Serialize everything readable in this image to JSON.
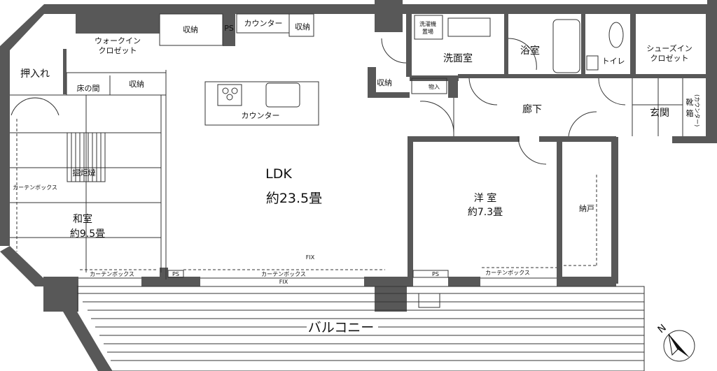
{
  "colors": {
    "wall": "#585858",
    "line": "#333333",
    "background": "#ffffff"
  },
  "rooms": {
    "walk_in_closet": [
      "ウォークイン",
      "クロゼット"
    ],
    "storage_top1": "収納",
    "ps_top": "PS",
    "counter_top": "カウンター",
    "storage_top2": "収納",
    "oshiire": "押入れ",
    "tokonoma": "床の間",
    "storage_washitsu": "収納",
    "kitchen_counter": "カウンター",
    "washer": [
      "洗濯機",
      "置場"
    ],
    "washroom": "洗面室",
    "bathroom": "浴室",
    "toilet": "トイレ",
    "shoes_closet": [
      "シューズイン",
      "クロゼット"
    ],
    "storage_mid": "収納",
    "closet_small": "物入",
    "hallway": "廊下",
    "entrance": "玄関",
    "shoe_box": [
      "靴",
      "箱"
    ],
    "shoe_box_note": "(カウンター)",
    "horigotatsu": "掘炬燵",
    "curtain_box_left": "カーテンボックス",
    "washitsu": "和室",
    "washitsu_size": "約9.5畳",
    "ldk": "LDK",
    "ldk_size": "約23.5畳",
    "fix_upper": "FIX",
    "western_room": "洋 室",
    "western_size": "約7.3畳",
    "storeroom": "納戸",
    "curtain_box_1": "カーテンボックス",
    "ps_bottom1": "PS",
    "curtain_box_2": "カーテンボックス",
    "fix_lower": "FIX",
    "ps_bottom2": "PS",
    "curtain_box_3": "カーテンボックス",
    "balcony": "バルコニー"
  },
  "compass": {
    "label": "N",
    "icon": "north-arrow-icon"
  }
}
